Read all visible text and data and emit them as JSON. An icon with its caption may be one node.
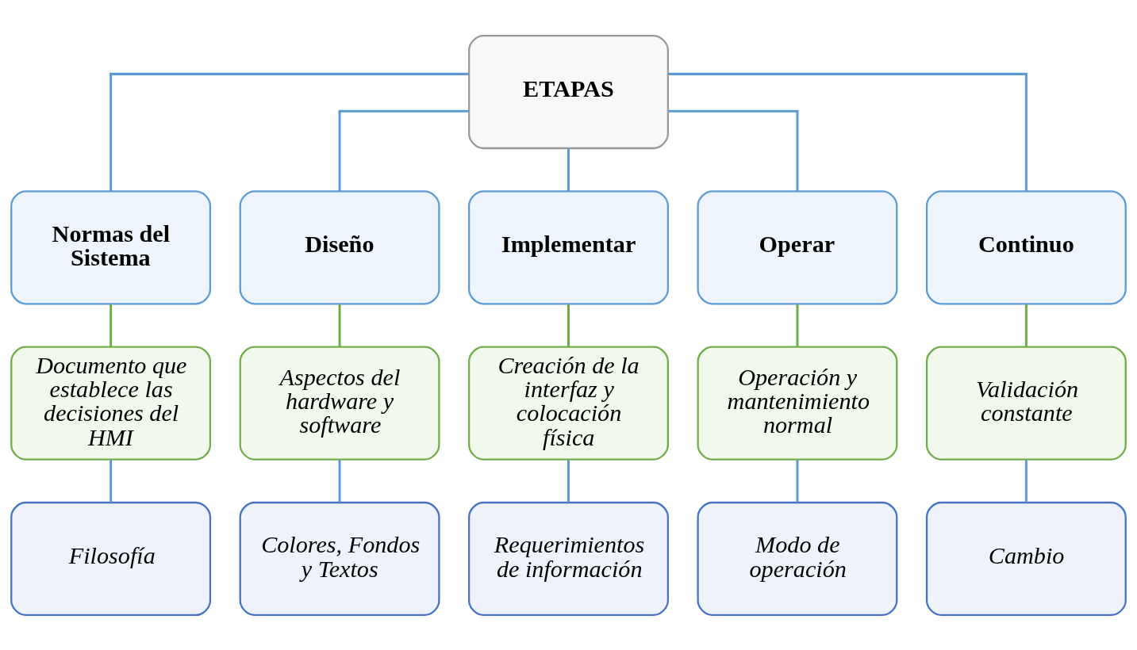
{
  "diagram": {
    "nodes": [
      {
        "text": [
          "ETAPAS"
        ]
      },
      {
        "text": [
          "Normas del Sistema"
        ]
      },
      {
        "text": [
          "Diseño"
        ]
      },
      {
        "text": [
          "Implementar"
        ]
      },
      {
        "text": [
          "Operar"
        ]
      },
      {
        "text": [
          "Continuo"
        ]
      },
      {
        "text": [
          "Documento que establece las decisiones del HMI"
        ]
      },
      {
        "text": [
          "Aspectos del hardware y software"
        ]
      },
      {
        "text": [
          "Creación de la interfaz y colocación física"
        ]
      },
      {
        "text": [
          "Operación y mantenimiento normal"
        ]
      },
      {
        "text": [
          "Validación constante"
        ]
      },
      {
        "text": [
          "Filosofía"
        ]
      },
      {
        "text": [
          "Colores, Fondos y Textos"
        ]
      },
      {
        "text": [
          "Requerimientos de información"
        ]
      },
      {
        "text": [
          "Modo de operación"
        ]
      },
      {
        "text": [
          "Cambio"
        ]
      }
    ],
    "edges": [
      {
        "from": 0,
        "to": 1,
        "arrow": "none"
      },
      {
        "from": 0,
        "to": 2,
        "arrow": "none"
      },
      {
        "from": 0,
        "to": 3,
        "arrow": "none"
      },
      {
        "from": 0,
        "to": 4,
        "arrow": "none"
      },
      {
        "from": 0,
        "to": 5,
        "arrow": "none"
      },
      {
        "from": 1,
        "to": 6,
        "arrow": "none",
        "color": "#70ad47"
      },
      {
        "from": 2,
        "to": 7,
        "arrow": "none",
        "color": "#70ad47"
      },
      {
        "from": 3,
        "to": 8,
        "arrow": "none",
        "color": "#70ad47"
      },
      {
        "from": 4,
        "to": 9,
        "arrow": "none",
        "color": "#70ad47"
      },
      {
        "from": 5,
        "to": 10,
        "arrow": "none",
        "color": "#70ad47"
      },
      {
        "from": 6,
        "to": 11,
        "arrow": "none"
      },
      {
        "from": 7,
        "to": 12,
        "arrow": "none"
      },
      {
        "from": 8,
        "to": 13,
        "arrow": "none"
      },
      {
        "from": 9,
        "to": 14,
        "arrow": "none"
      },
      {
        "from": 10,
        "to": 15,
        "arrow": "none"
      }
    ]
  }
}
